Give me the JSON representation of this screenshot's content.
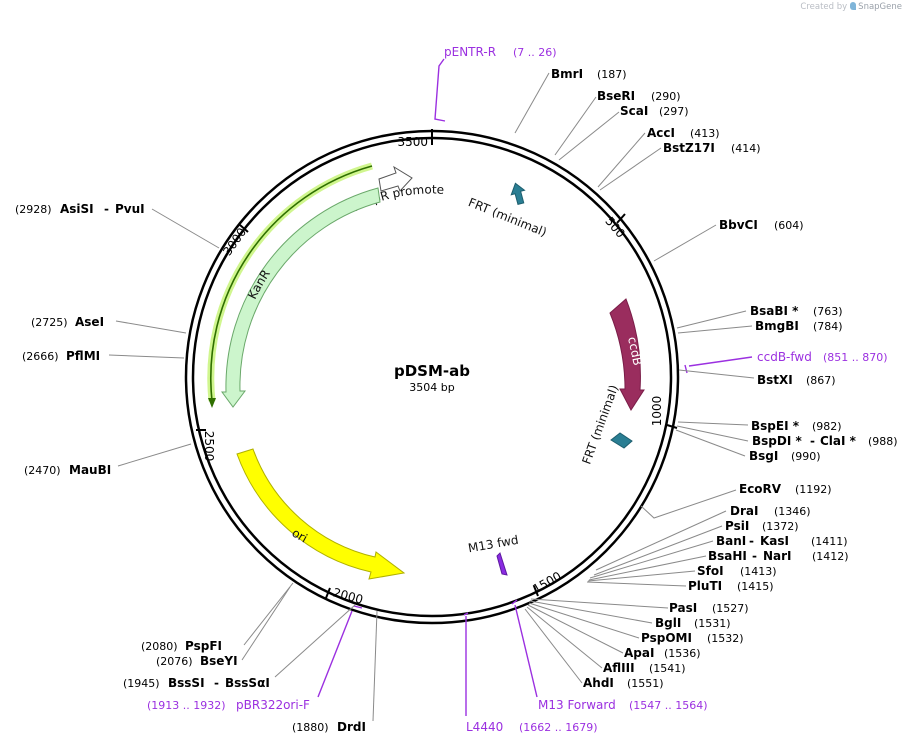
{
  "credit": {
    "prefix": "Created by",
    "brand": "SnapGene"
  },
  "plasmid": {
    "name": "pDSM-ab",
    "size_label": "3504 bp",
    "length": 3504
  },
  "ticks": [
    {
      "pos": 3500,
      "label": "3500"
    },
    {
      "pos": 500,
      "label": "500"
    },
    {
      "pos": 1000,
      "label": "1000"
    },
    {
      "pos": 1500,
      "label": "1500"
    },
    {
      "pos": 2000,
      "label": "2000"
    },
    {
      "pos": 2500,
      "label": "2500"
    },
    {
      "pos": 3000,
      "label": "3000"
    }
  ],
  "features": [
    {
      "name": "AmpR promoter",
      "color": "#ffffff",
      "stroke": "#555555"
    },
    {
      "name": "KanR",
      "color": "#ccf5cc",
      "stroke": "#6aa86a"
    },
    {
      "name": "ori",
      "color": "#ffff00",
      "stroke": "#b0b000"
    },
    {
      "name": "ccdB",
      "color": "#9a2d5e",
      "stroke": "#7a1d48"
    },
    {
      "name": "FRT (minimal)",
      "color": "#2a7e93"
    },
    {
      "name": "FRT (minimal)",
      "color": "#2a7e93"
    },
    {
      "name": "M13 fwd",
      "color": "#8a2be2"
    }
  ],
  "enzymes_right": [
    {
      "name": "BmrI",
      "site": "(187)"
    },
    {
      "name": "BseRI",
      "site": "(290)"
    },
    {
      "name": "ScaI",
      "site": "(297)"
    },
    {
      "name": "AccI",
      "site": "(413)"
    },
    {
      "name": "BstZ17I",
      "site": "(414)"
    },
    {
      "name": "BbvCI",
      "site": "(604)"
    },
    {
      "name": "BsaBI *",
      "site": "(763)"
    },
    {
      "name": "BmgBI",
      "site": "(784)"
    },
    {
      "name": "BstXI",
      "site": "(867)"
    },
    {
      "name": "BspEI *",
      "site": "(982)"
    },
    {
      "name": "BspDI *",
      "name2": "ClaI *",
      "site": "(988)"
    },
    {
      "name": "BsgI",
      "site": "(990)"
    },
    {
      "name": "EcoRV",
      "site": "(1192)"
    },
    {
      "name": "DraI",
      "site": "(1346)"
    },
    {
      "name": "PsiI",
      "site": "(1372)"
    },
    {
      "name": "BanI",
      "name2": "KasI",
      "site": "(1411)"
    },
    {
      "name": "BsaHI",
      "name2": "NarI",
      "site": "(1412)"
    },
    {
      "name": "SfoI",
      "site": "(1413)"
    },
    {
      "name": "PluTI",
      "site": "(1415)"
    },
    {
      "name": "PasI",
      "site": "(1527)"
    },
    {
      "name": "BglI",
      "site": "(1531)"
    },
    {
      "name": "PspOMI",
      "site": "(1532)"
    },
    {
      "name": "ApaI",
      "site": "(1536)"
    },
    {
      "name": "AflIII",
      "site": "(1541)"
    },
    {
      "name": "AhdI",
      "site": "(1551)"
    }
  ],
  "enzymes_left": [
    {
      "name": "AsiSI",
      "name2": "PvuI",
      "site": "(2928)"
    },
    {
      "name": "AseI",
      "site": "(2725)"
    },
    {
      "name": "PflMI",
      "site": "(2666)"
    },
    {
      "name": "MauBI",
      "site": "(2470)"
    },
    {
      "name": "PspFI",
      "site": "(2080)"
    },
    {
      "name": "BseYI",
      "site": "(2076)"
    },
    {
      "name": "BssSI",
      "name2": "BssSαI",
      "site": "(1945)"
    },
    {
      "name": "DrdI",
      "site": "(1880)"
    }
  ],
  "primers": [
    {
      "name": "pENTR-R",
      "range": "(7 .. 26)"
    },
    {
      "name": "ccdB-fwd",
      "range": "(851 .. 870)"
    },
    {
      "name": "M13 Forward",
      "range": "(1547 .. 1564)"
    },
    {
      "name": "L4440",
      "range": "(1662 .. 1679)"
    },
    {
      "name": "pBR322ori-F",
      "range": "(1913 .. 1932)"
    }
  ],
  "colors": {
    "primer": "#9b30e0",
    "enzyme_text": "#000000",
    "leader": "#8a8a8a",
    "backbone": "#000000"
  }
}
